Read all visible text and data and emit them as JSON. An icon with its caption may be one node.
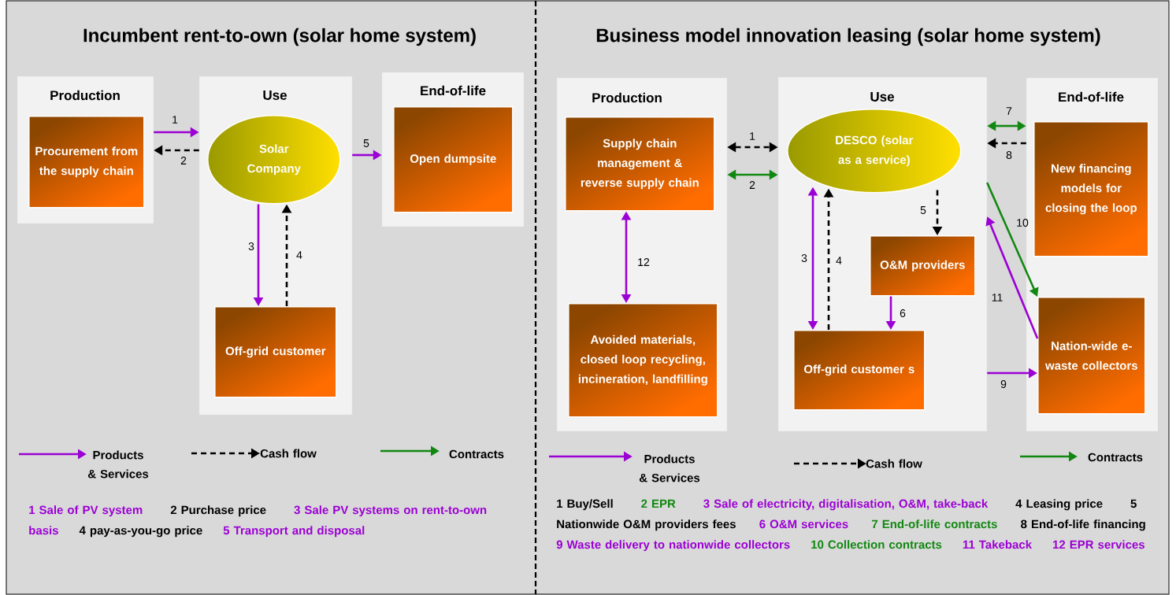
{
  "diagram": {
    "nodes": [
      {
        "text": [
          "Production"
        ]
      },
      {
        "text": [
          "Procurement from the supply chain"
        ],
        "in": 0
      },
      {
        "text": [
          "Use"
        ]
      },
      {
        "text": [
          "Solar Company"
        ],
        "in": 2
      },
      {
        "text": [
          "Off-grid customer"
        ],
        "in": 2
      },
      {
        "text": [
          "End-of-life"
        ]
      },
      {
        "text": [
          "Open dumpsite"
        ],
        "in": 5
      },
      {
        "text": [
          "Production"
        ]
      },
      {
        "text": [
          "Supply chain management & reverse supply chain"
        ],
        "in": 7
      },
      {
        "text": [
          "Avoided materials, closed loop recycling, incineration, landfilling"
        ],
        "in": 7
      },
      {
        "text": [
          "Use"
        ]
      },
      {
        "text": [
          "DESCO (solar as a service)"
        ],
        "in": 10
      },
      {
        "text": [
          "O&M providers"
        ],
        "in": 10
      },
      {
        "text": [
          "Off-grid customer s"
        ],
        "in": 10
      },
      {
        "text": [
          "End-of-life"
        ]
      },
      {
        "text": [
          "New financing models for closing the loop"
        ],
        "in": 14
      },
      {
        "text": [
          "Nation-wide e-waste collectors"
        ],
        "in": 14
      }
    ],
    "edges": [
      {
        "from": 0,
        "to": 2,
        "arrow": "to",
        "label": "1"
      },
      {
        "from": 2,
        "to": 0,
        "arrow": "to",
        "label": "2",
        "style": "dashed",
        "color": "#000000"
      },
      {
        "from": 3,
        "to": 4,
        "arrow": "to",
        "label": "3"
      },
      {
        "from": 4,
        "to": 3,
        "arrow": "to",
        "label": "4",
        "style": "dashed",
        "color": "#000000"
      },
      {
        "from": 2,
        "to": 5,
        "arrow": "to",
        "label": "5"
      },
      {
        "from": 7,
        "to": 10,
        "arrow": "both",
        "label": "1",
        "style": "dashed",
        "color": "#000000"
      },
      {
        "from": 7,
        "to": 10,
        "arrow": "both",
        "label": "2",
        "color": "#118811"
      },
      {
        "from": 13,
        "to": 11,
        "arrow": "both",
        "label": "3"
      },
      {
        "from": 13,
        "to": 11,
        "arrow": "to",
        "label": "4",
        "style": "dashed",
        "color": "#000000"
      },
      {
        "from": 11,
        "to": 12,
        "arrow": "to",
        "label": "5",
        "style": "dashed",
        "color": "#000000"
      },
      {
        "from": 12,
        "to": 13,
        "arrow": "to",
        "label": "6"
      },
      {
        "from": 10,
        "to": 14,
        "arrow": "both",
        "label": "7",
        "color": "#118811"
      },
      {
        "from": 14,
        "to": 10,
        "arrow": "to",
        "label": "8",
        "style": "dashed",
        "color": "#000000"
      },
      {
        "from": 10,
        "to": 16,
        "arrow": "to",
        "label": "9"
      },
      {
        "from": 10,
        "to": 16,
        "arrow": "to",
        "label": "10",
        "color": "#118811"
      },
      {
        "from": 16,
        "to": 10,
        "arrow": "to",
        "label": "11"
      },
      {
        "from": 8,
        "to": 9,
        "arrow": "both",
        "label": "12"
      }
    ],
    "labels": [
      "Incumbent rent-to-own (solar home system)",
      "Business model innovation leasing (solar home system)",
      "1 Sale of PV system",
      "2 Purchase price",
      "3 Sale PV systems on rent-to-own basis",
      "4 pay-as-you-go price",
      "5 Transport and disposal",
      "1 Buy/Sell",
      "2 EPR",
      "3 Sale of electricity, digitalisation, O&M, take-back",
      "4 Leasing price",
      "5 Nationwide  O&M providers fees",
      "6 O&M services",
      "7 End-of-life contracts",
      "8 End-of-life financing",
      "9 Waste delivery to nationwide collectors",
      "10 Collection contracts",
      "11 Takeback",
      "12 EPR services"
    ],
    "legend": [
      {
        "text": "Products & Services"
      },
      {
        "text": "Cash flow"
      },
      {
        "text": "Contracts"
      },
      {
        "text": "Products & Services"
      },
      {
        "text": "Cash flow"
      },
      {
        "text": "Contracts"
      }
    ]
  }
}
